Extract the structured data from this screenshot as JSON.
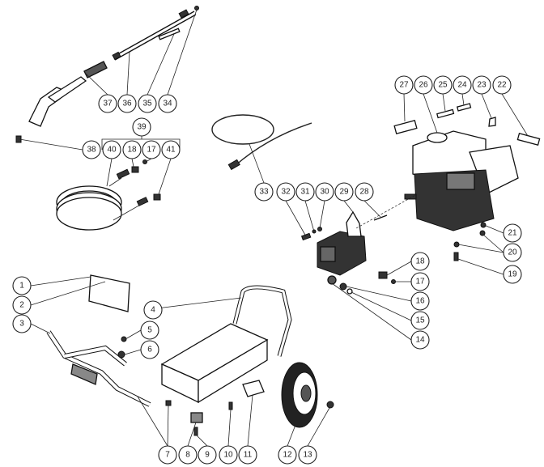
{
  "diagram": {
    "type": "exploded-parts-view",
    "callouts": {
      "wand_group": [
        "37",
        "36",
        "35",
        "34"
      ],
      "hose_kit": "39",
      "hose_group": [
        "38",
        "40",
        "18",
        "17",
        "41"
      ],
      "pump_row": [
        "33",
        "32",
        "31",
        "30",
        "29",
        "28"
      ],
      "engine_row": [
        "27",
        "26",
        "25",
        "24",
        "23",
        "22"
      ],
      "engine_mount": [
        "21",
        "20",
        "19"
      ],
      "pump_fittings": [
        "18",
        "17",
        "16",
        "15",
        "14"
      ],
      "frame_left": [
        "1",
        "2",
        "3"
      ],
      "frame_mid": [
        "4",
        "5",
        "6"
      ],
      "bottom_row": [
        "7",
        "8",
        "9",
        "10",
        "11",
        "12",
        "13"
      ]
    }
  }
}
